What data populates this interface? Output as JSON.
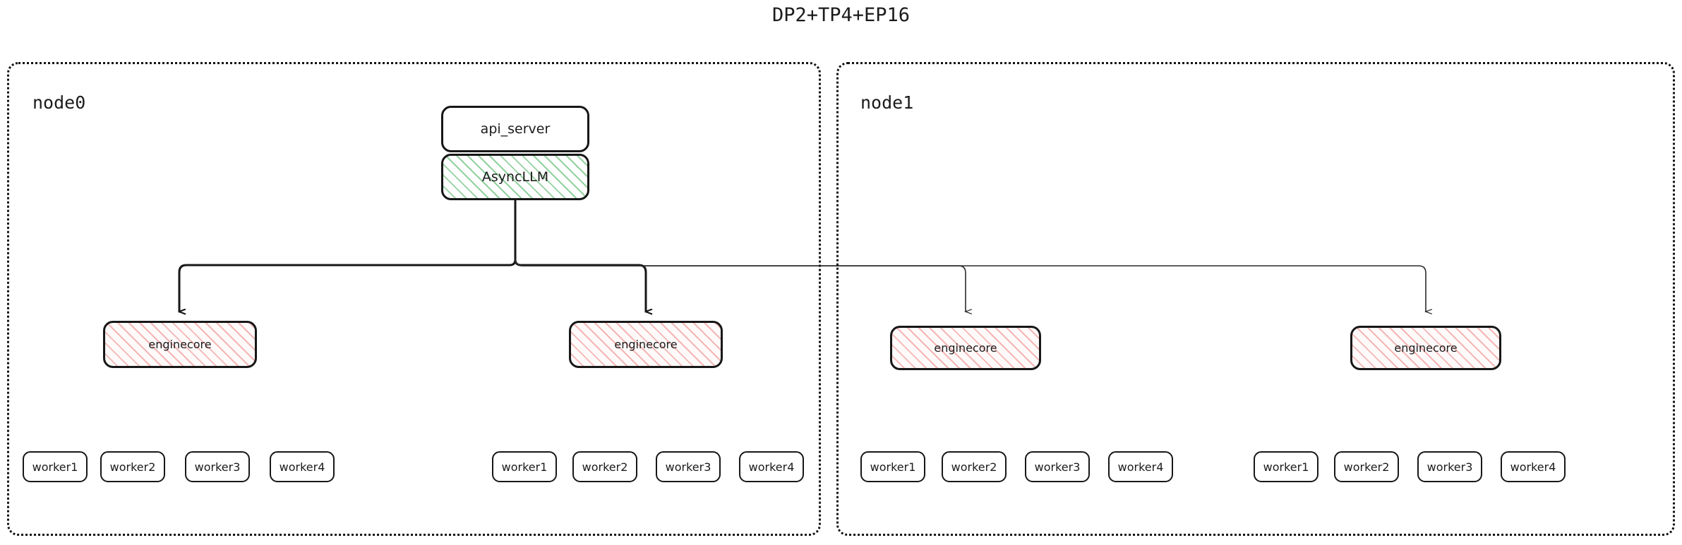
{
  "title": "DP2+TP4+EP16",
  "colors": {
    "stroke": "#171717",
    "cluster_border": "#121212",
    "async_llm_hatch": "#80c98e",
    "enginecore_hatch": "#f0a5a5",
    "text": "#1b1b1b",
    "background": "#ffffff"
  },
  "frontend": {
    "api_server": "api_server",
    "async_llm": "AsyncLLM"
  },
  "nodes": [
    {
      "label": "node0",
      "enginecores": [
        {
          "label": "enginecore",
          "workers": [
            "worker1",
            "worker2",
            "worker3",
            "worker4"
          ]
        },
        {
          "label": "enginecore",
          "workers": [
            "worker1",
            "worker2",
            "worker3",
            "worker4"
          ]
        }
      ]
    },
    {
      "label": "node1",
      "enginecores": [
        {
          "label": "enginecore",
          "workers": [
            "worker1",
            "worker2",
            "worker3",
            "worker4"
          ]
        },
        {
          "label": "enginecore",
          "workers": [
            "worker1",
            "worker2",
            "worker3",
            "worker4"
          ]
        }
      ]
    }
  ],
  "edges": [
    {
      "from": "AsyncLLM",
      "to": "node0.enginecore.0"
    },
    {
      "from": "AsyncLLM",
      "to": "node0.enginecore.1"
    },
    {
      "from": "AsyncLLM",
      "to": "node1.enginecore.0"
    },
    {
      "from": "AsyncLLM",
      "to": "node1.enginecore.1"
    }
  ]
}
